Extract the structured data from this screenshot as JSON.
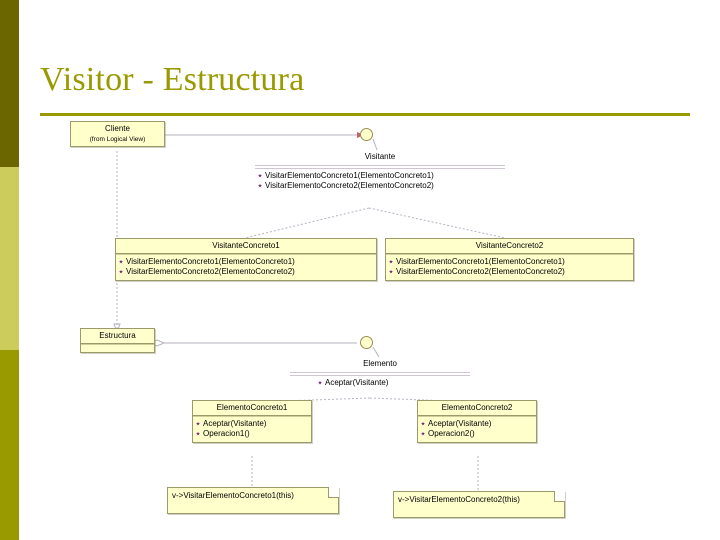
{
  "slide": {
    "title": "Visitor - Estructura",
    "accent_dark": "#6b6600",
    "accent_light": "#cccc5c",
    "accent_mid": "#999900",
    "title_color": "#999900",
    "box_fill": "#ffffcc",
    "box_border": "#9a9a6b"
  },
  "diagram": {
    "type": "uml-class-diagram",
    "classes": [
      {
        "id": "cliente",
        "name": "Cliente",
        "stereotype": "(from Logical View)",
        "operations": []
      },
      {
        "id": "visitante",
        "name": "Visitante",
        "operations": [
          "VisitarElementoConcreto1(ElementoConcreto1)",
          "VisitarElementoConcreto2(ElementoConcreto2)"
        ]
      },
      {
        "id": "visitante-concreto-1",
        "name": "VisitanteConcreto1",
        "operations": [
          "VisitarElementoConcreto1(ElementoConcreto1)",
          "VisitarElementoConcreto2(ElementoConcreto2)"
        ]
      },
      {
        "id": "visitante-concreto-2",
        "name": "VisitanteConcreto2",
        "operations": [
          "VisitarElementoConcreto1(ElementoConcreto1)",
          "VisitarElementoConcreto2(ElementoConcreto2)"
        ]
      },
      {
        "id": "estructura",
        "name": "Estructura",
        "operations": []
      },
      {
        "id": "elemento",
        "name": "Elemento",
        "operations": [
          "Aceptar(Visitante)"
        ]
      },
      {
        "id": "elemento-concreto-1",
        "name": "ElementoConcreto1",
        "operations": [
          "Aceptar(Visitante)",
          "Operacion1()"
        ]
      },
      {
        "id": "elemento-concreto-2",
        "name": "ElementoConcreto2",
        "operations": [
          "Aceptar(Visitante)",
          "Operacion2()"
        ]
      }
    ],
    "notes": [
      {
        "id": "note-1",
        "text": "v->VisitarElementoConcreto1(this)"
      },
      {
        "id": "note-2",
        "text": "v->VisitarElementoConcreto2(this)"
      }
    ],
    "interface_lollipops": [
      {
        "id": "lollipop-visitante"
      },
      {
        "id": "lollipop-elemento"
      }
    ]
  }
}
